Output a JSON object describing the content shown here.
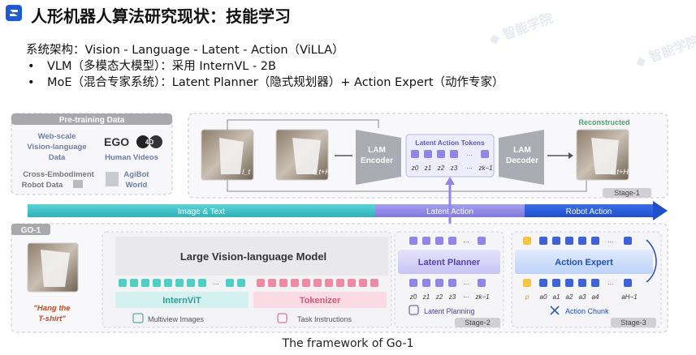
{
  "header": {
    "title": "人形机器人算法研究现状：技能学习"
  },
  "bullets": {
    "architecture": "系统架构：Vision - Language - Latent - Action（ViLLA）",
    "vlm": "VLM（多模态大模型）：采用 InternVL - 2B",
    "moe": "MoE（混合专家系统）：Latent Planner（隐式规划器）+ Action Expert（动作专家）",
    "bullet_char": "•"
  },
  "diagram": {
    "pretraining_title": "Pre-training Data",
    "pretraining_items": [
      "Web-scale Vision-language Data",
      "EGO",
      "4D",
      "Human Videos",
      "Cross-Embodiment Robot Data",
      "AgiBot World"
    ],
    "frame_labels": [
      "I_t",
      "I_t+H",
      "I_t+H"
    ],
    "lam_encoder": [
      "LAM",
      "Encoder"
    ],
    "lam_decoder": [
      "LAM",
      "Decoder"
    ],
    "latent_tokens_title": "Latent Action Tokens",
    "latent_token_symbols": [
      "z0",
      "z1",
      "z2",
      "z3",
      "···",
      "zk−1"
    ],
    "reconstructed": "Reconstructed",
    "stage1": "Stage-1",
    "stage2": "Stage-2",
    "stage3": "Stage-3",
    "band_image_text": "Image & Text",
    "band_latent_action": "Latent Action",
    "band_robot_action": "Robot Action",
    "go1": "GO-1",
    "instruction": "\"Hang the T-shirt\"",
    "lvlm": "Large Vision-language Model",
    "internvit": "InternViT",
    "tokenizer": "Tokenizer",
    "multiview": "Multiview Images",
    "task_instructions": "Task Instructions",
    "latent_planner": "Latent Planner",
    "latent_planning": "Latent Planning",
    "action_expert": "Action Expert",
    "action_chunk": "Action Chunk",
    "action_symbols": [
      "p",
      "a0",
      "a1",
      "a2",
      "a3",
      "a4",
      "aH−1"
    ],
    "dots": "···"
  },
  "caption": "The framework of Go-1",
  "colors": {
    "band_teal": "#3fc1c9",
    "band_purple": "#8d87e6",
    "band_blue": "#2b5fd9",
    "token_purple": "#8f86e8",
    "token_teal": "#4ecfc4",
    "token_pink": "#ef8aa3",
    "token_blue": "#3d63d6",
    "token_yellow": "#f5c542",
    "brand_blue": "#1d5bd6"
  }
}
